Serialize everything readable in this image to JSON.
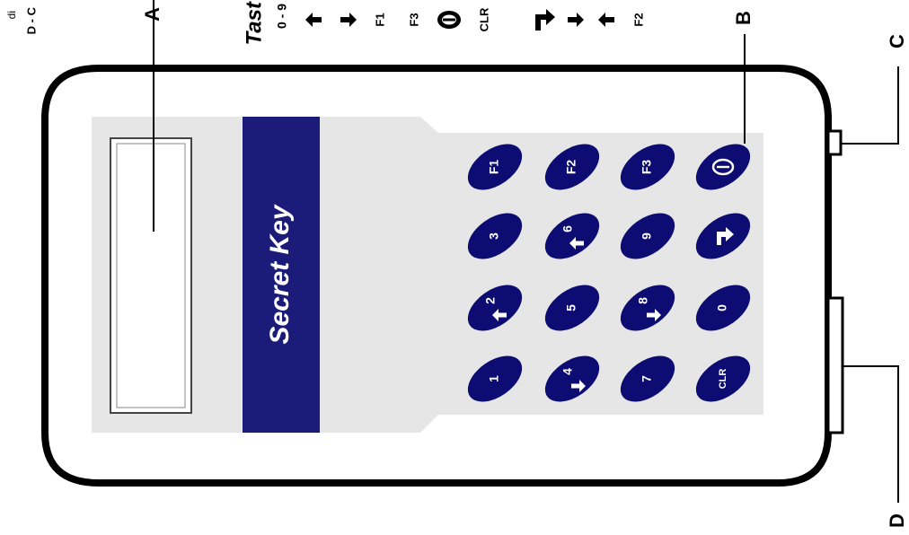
{
  "device": {
    "brand_label": "Secret Key",
    "body_color": "#ffffff",
    "panel_color": "#e6e6e6",
    "band_color": "#1b1b7a",
    "key_color": "#0c0c73",
    "key_text_color": "#ffffff",
    "keypad": {
      "rows": [
        [
          {
            "label": "1",
            "arrow": null
          },
          {
            "label": "2",
            "arrow": "up"
          },
          {
            "label": "3",
            "arrow": null
          },
          {
            "label": "F1",
            "arrow": null
          }
        ],
        [
          {
            "label": "4",
            "arrow": "down"
          },
          {
            "label": "5",
            "arrow": null
          },
          {
            "label": "6",
            "arrow": "up"
          },
          {
            "label": "F2",
            "arrow": null
          }
        ],
        [
          {
            "label": "7",
            "arrow": null
          },
          {
            "label": "8",
            "arrow": "down"
          },
          {
            "label": "9",
            "arrow": null
          },
          {
            "label": "F3",
            "arrow": null
          }
        ],
        [
          {
            "label": "CLR",
            "arrow": null
          },
          {
            "label": "0",
            "arrow": null
          },
          {
            "label": "",
            "arrow": "enter"
          },
          {
            "label": "",
            "arrow": "power"
          }
        ]
      ]
    }
  },
  "callouts": {
    "a": "A",
    "b": "B",
    "c": "C",
    "d": "D"
  },
  "legend": {
    "title": "Tast",
    "digits": "0 - 9",
    "f1": "F1",
    "f3": "F3",
    "clr": "CLR",
    "f2": "F2",
    "header_fragment": "di",
    "d_fragment": "D - C"
  }
}
